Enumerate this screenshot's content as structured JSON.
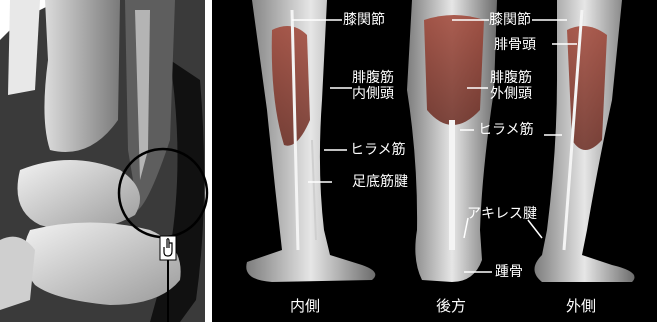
{
  "labels": {
    "knee_joint_left": "膝関節",
    "knee_joint_right": "膝関節",
    "fibular_head": "腓骨頭",
    "gastrocnemius_medial": [
      "腓腹筋",
      "内側頭"
    ],
    "gastrocnemius_lateral": [
      "腓腹筋",
      "外側頭"
    ],
    "soleus_left": "ヒラメ筋",
    "soleus_right": "ヒラメ筋",
    "plantaris_tendon": "足底筋腱",
    "achilles_tendon": "アキレス腱",
    "calcaneus": "踵骨"
  },
  "captions": {
    "medial": "内側",
    "posterior": "後方",
    "lateral": "外側"
  },
  "colors": {
    "background": "#000000",
    "label_text": "#ffffff",
    "callout_circle": "#000000",
    "muscle": "#b04a3c"
  },
  "icons": {
    "pointer": "pointing-hand-icon"
  }
}
